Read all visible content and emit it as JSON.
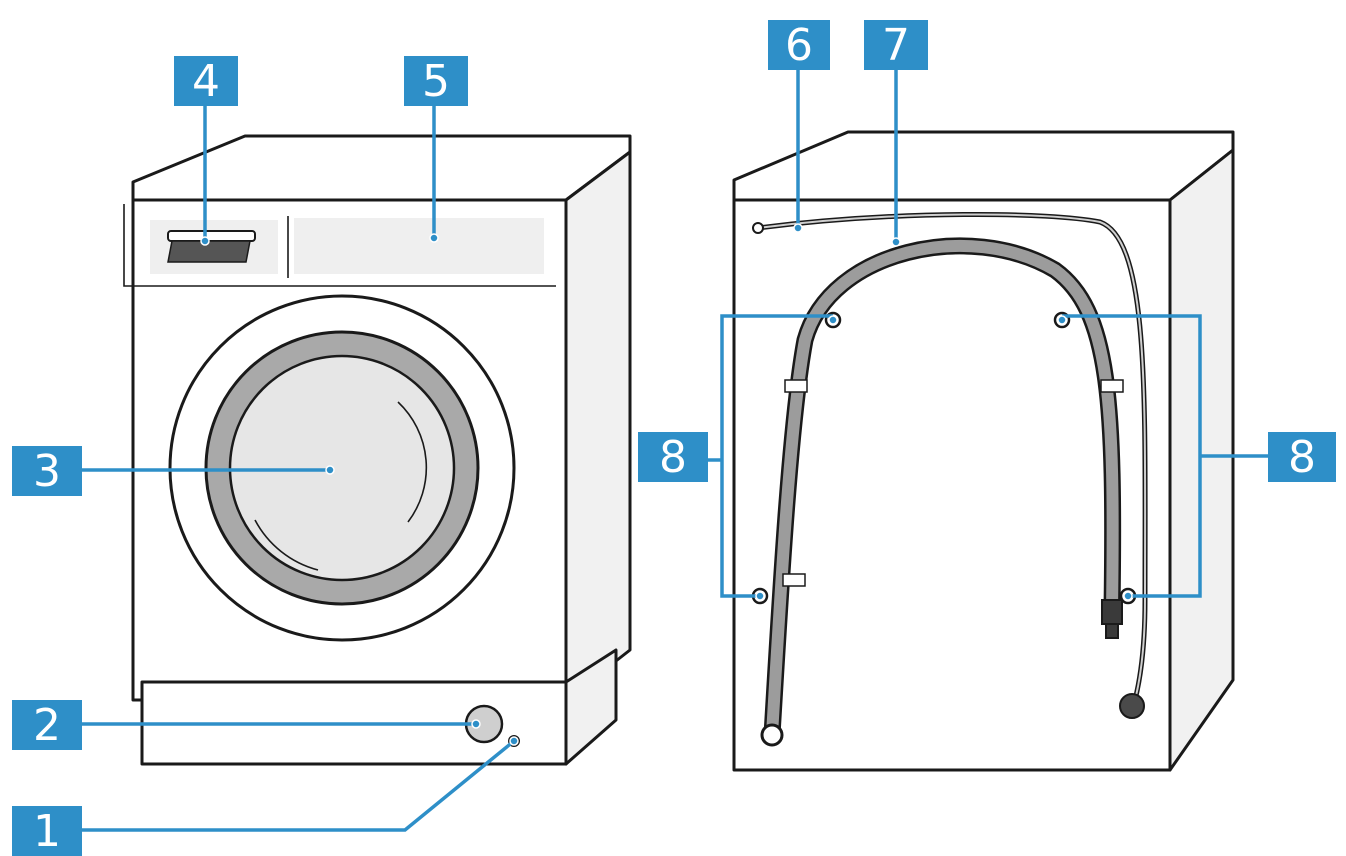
{
  "callouts": [
    {
      "label": "1",
      "target": "adjustable foot / drain point"
    },
    {
      "label": "2",
      "target": "pump filter cover"
    },
    {
      "label": "3",
      "target": "door"
    },
    {
      "label": "4",
      "target": "detergent drawer"
    },
    {
      "label": "5",
      "target": "control panel"
    },
    {
      "label": "6",
      "target": "power cord"
    },
    {
      "label": "7",
      "target": "drain hose"
    },
    {
      "label": "8",
      "target": "transport bolts"
    }
  ],
  "colors": {
    "callout_fill": "#2e8fc8",
    "callout_text": "#ffffff",
    "outline": "#1a1a1a",
    "panel": "#efefef",
    "door_ring": "#a9a9a9",
    "hose": "#9c9c9c"
  }
}
